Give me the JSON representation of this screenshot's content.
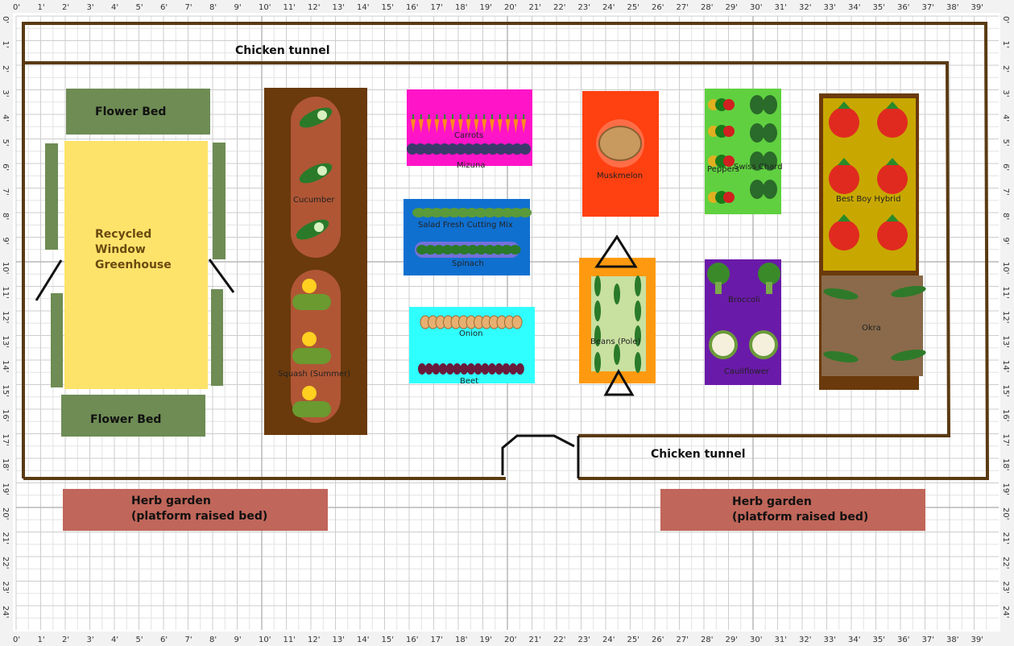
{
  "ruler": {
    "top": [
      "0'",
      "1'",
      "2'",
      "3'",
      "4'",
      "5'",
      "6'",
      "7'",
      "8'",
      "9'",
      "10'",
      "11'",
      "12'",
      "13'",
      "14'",
      "15'",
      "16'",
      "17'",
      "18'",
      "19'",
      "20'",
      "21'",
      "22'",
      "23'",
      "24'",
      "25'",
      "26'",
      "27'",
      "28'",
      "29'",
      "30'",
      "31'",
      "32'",
      "33'",
      "34'",
      "35'",
      "36'",
      "37'",
      "38'",
      "39'"
    ],
    "side": [
      "0'",
      "1'",
      "2'",
      "3'",
      "4'",
      "5'",
      "6'",
      "7'",
      "8'",
      "9'",
      "10'",
      "11'",
      "12'",
      "13'",
      "14'",
      "15'",
      "16'",
      "17'",
      "18'",
      "19'",
      "20'",
      "21'",
      "22'",
      "23'",
      "24'"
    ]
  },
  "labels": {
    "chicken_tunnel_top": "Chicken tunnel",
    "chicken_tunnel_bottom": "Chicken tunnel",
    "flower_bed_top": "Flower Bed",
    "flower_bed_bottom": "Flower Bed",
    "greenhouse_1": "Recycled",
    "greenhouse_2": "Window",
    "greenhouse_3": "Greenhouse",
    "herb_left_1": "Herb garden",
    "herb_left_2": "(platform raised bed)",
    "herb_right_1": "Herb garden",
    "herb_right_2": "(platform raised bed)"
  },
  "plants": {
    "cucumber": "Cucumber",
    "squash": "Squash (Summer)",
    "carrots": "Carrots",
    "mizuna": "Mizuna",
    "salad": "Salad Fresh Cutting Mix",
    "spinach": "Spinach",
    "onion": "Onion",
    "beet": "Beet",
    "muskmelon": "Muskmelon",
    "beans": "Beans (Pole)",
    "peppers": "Peppers",
    "chard": "Swiss Chard",
    "broccoli": "Broccoli",
    "cauliflower": "Cauliflower",
    "tomato": "Best Boy Hybrid",
    "okra": "Okra"
  },
  "colors": {
    "grid": "#d7d7d7",
    "fence": "#5a3a12",
    "flower_bed": "#6e8c54",
    "greenhouse": "#fde36a",
    "herb": "#c0665a",
    "bed_brown": "#6a3a0c",
    "magenta": "#ff14c8",
    "blue": "#1070d0",
    "cyan": "#30ffff",
    "red_orange": "#ff4010",
    "orange": "#ff9a10",
    "lime": "#60d040",
    "purple": "#6a1aa8",
    "tomato_bg": "#c8a800",
    "okra_bg": "#8a6a4a"
  }
}
